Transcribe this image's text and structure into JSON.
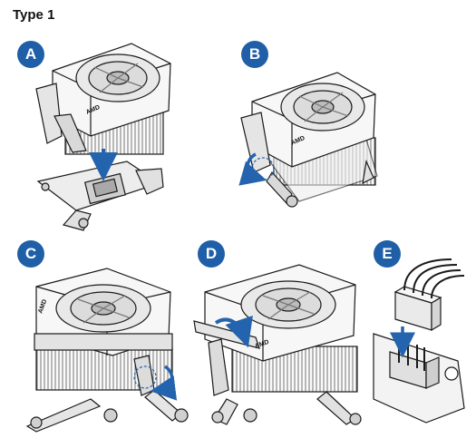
{
  "header": {
    "title": "Type 1"
  },
  "steps": [
    {
      "label": "A"
    },
    {
      "label": "B"
    },
    {
      "label": "C"
    },
    {
      "label": "D"
    },
    {
      "label": "E"
    }
  ],
  "brand_text": "AMD",
  "colors": {
    "badge": "#1f5fa8",
    "arrow": "#2463ad",
    "line": "#1a1a1a",
    "fill": "#f2f2f2"
  }
}
